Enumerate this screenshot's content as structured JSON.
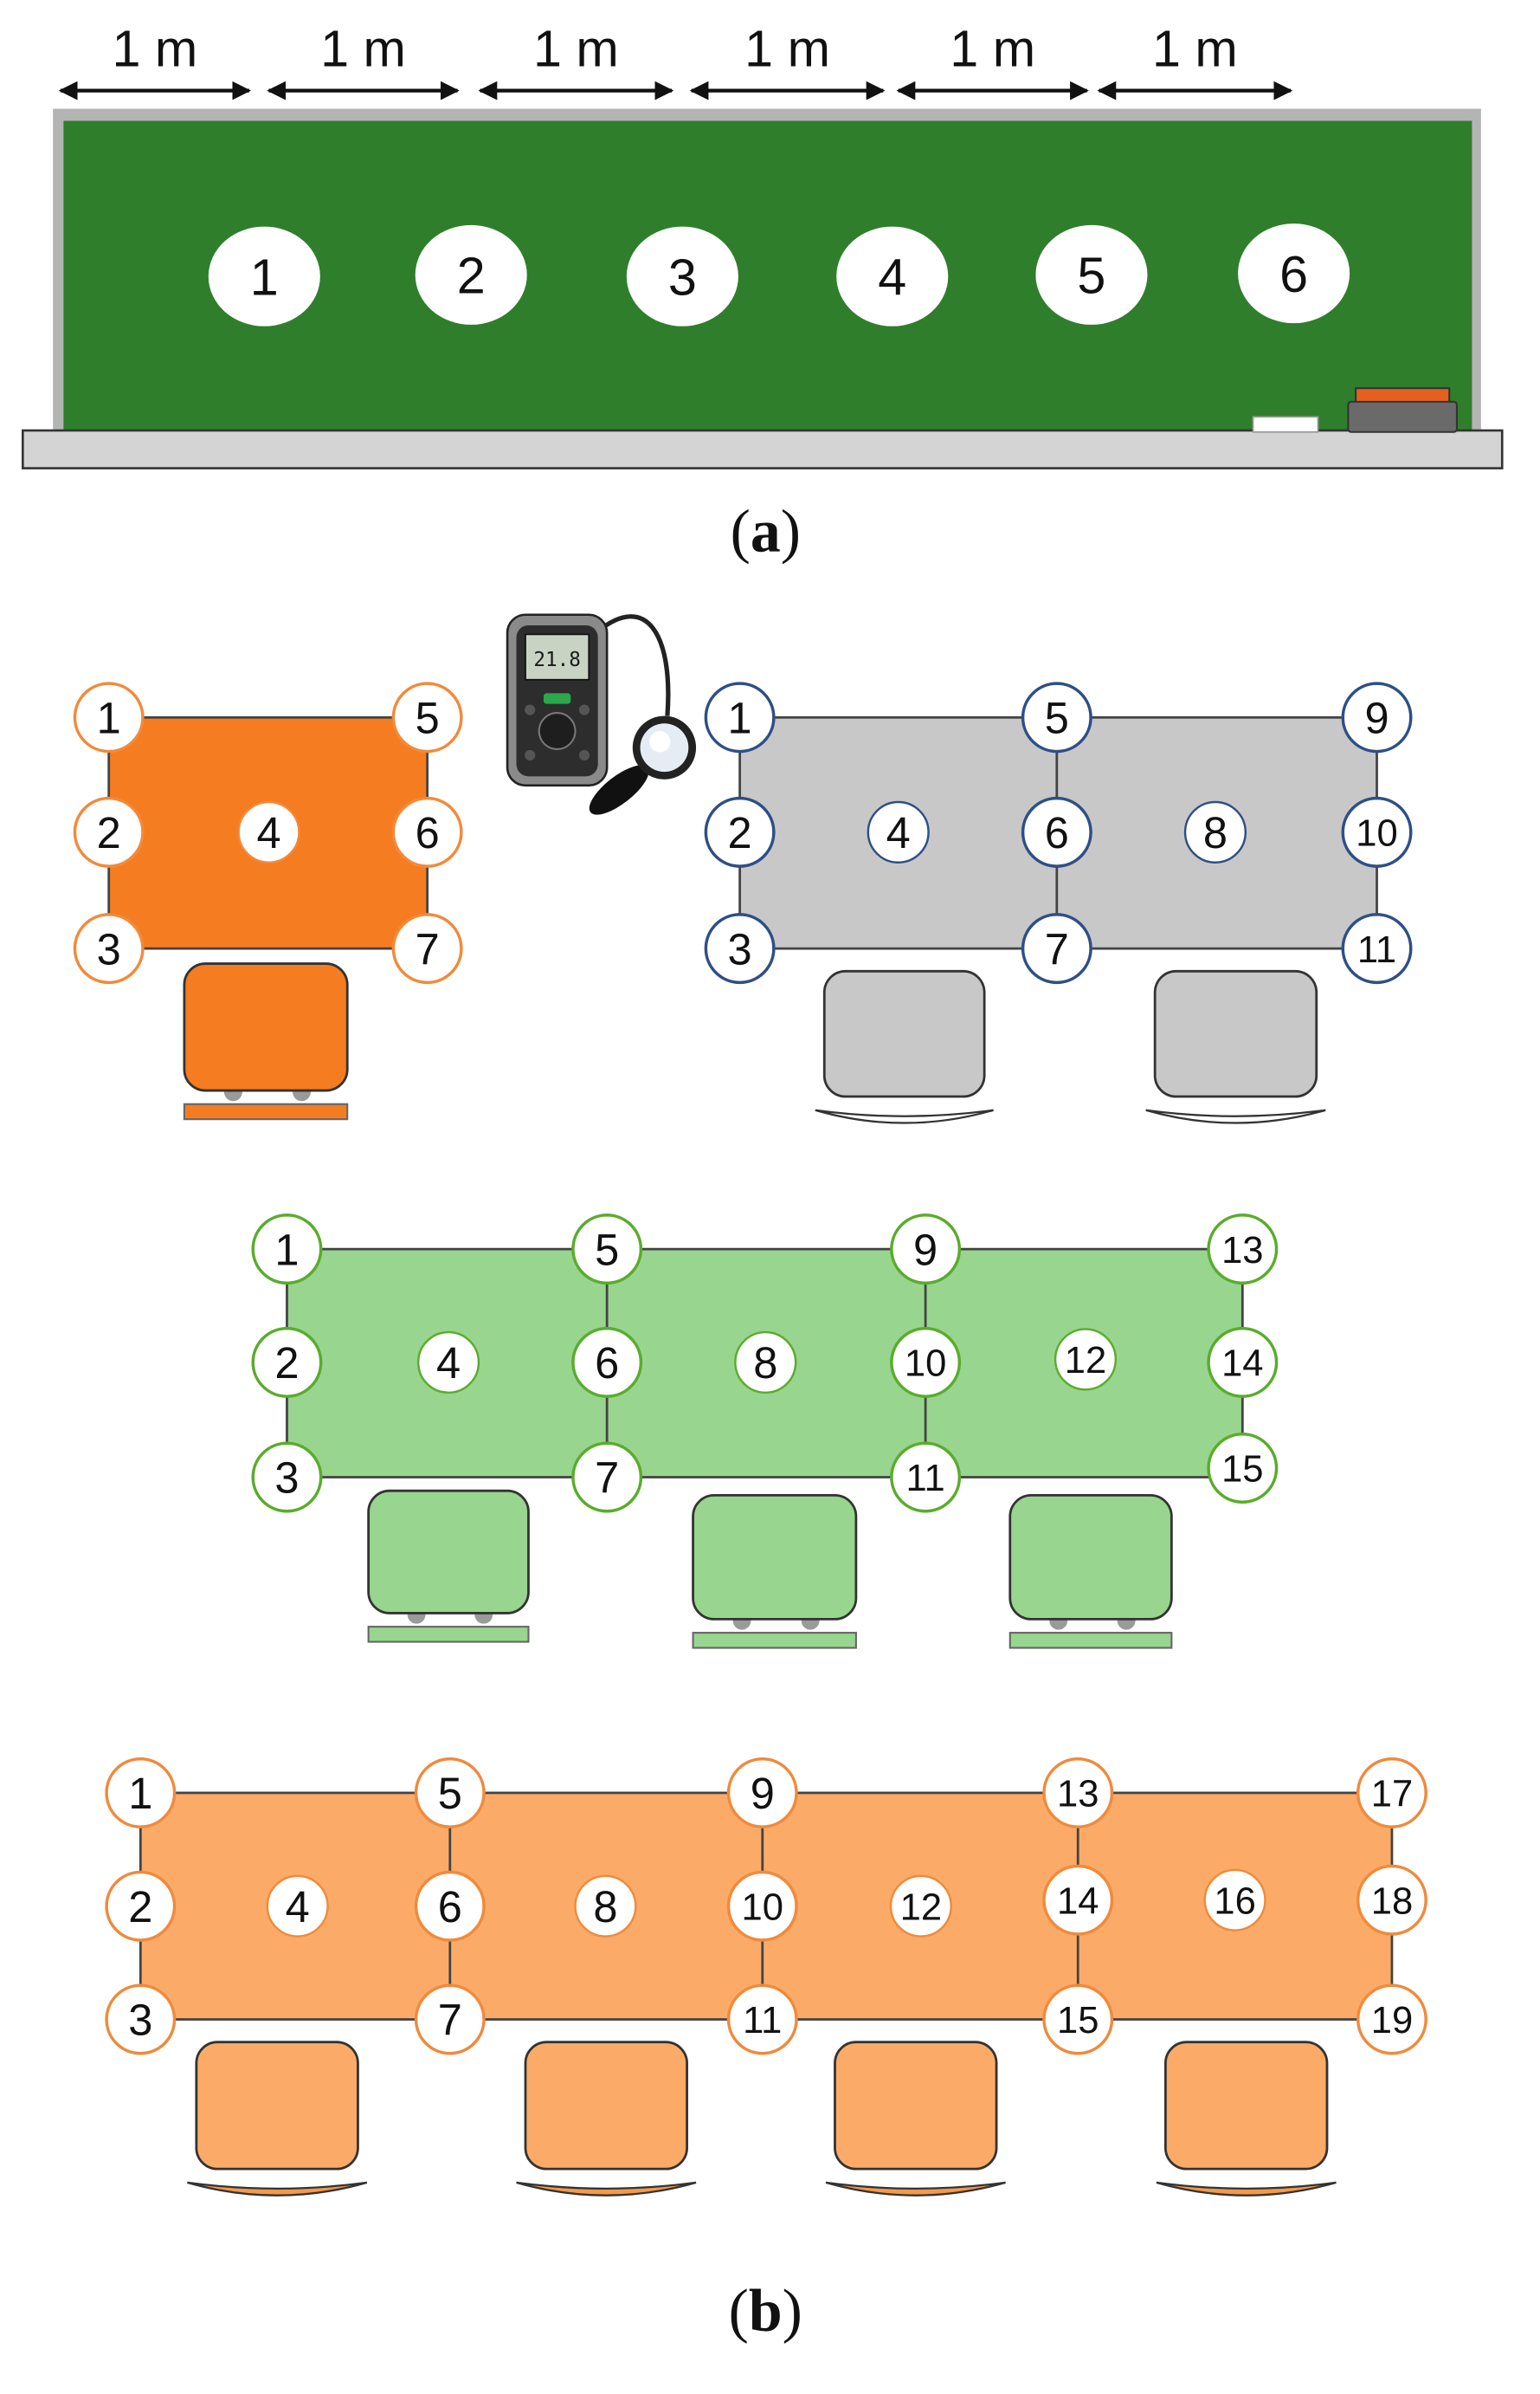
{
  "panel_a": {
    "spacing_labels": [
      "1 m",
      "1 m",
      "1 m",
      "1 m",
      "1 m",
      "1 m"
    ],
    "blackboard_points": [
      "1",
      "2",
      "3",
      "4",
      "5",
      "6"
    ],
    "colors": {
      "board": "#2f7e2c",
      "frame": "#b4b4b4",
      "tray": "#d4d4d4",
      "eraser": "#6a6a6a",
      "eraser_top": "#e5601e"
    },
    "caption": {
      "open": "(",
      "letter": "a",
      "close": ")"
    }
  },
  "panel_b": {
    "meter_reading": "21.8",
    "desks": [
      {
        "fill": "#f57c20",
        "marker_stroke": "#f28a3a",
        "chair_base": "#f57c20",
        "points": [
          "1",
          "2",
          "3",
          "4",
          "5",
          "6",
          "7"
        ]
      },
      {
        "fill": "#c8c8c8",
        "marker_stroke": "#2e4f86",
        "chair_base": "#ffffff",
        "points": [
          "1",
          "2",
          "3",
          "4",
          "5",
          "6",
          "7",
          "8",
          "9",
          "10",
          "11"
        ]
      },
      {
        "fill": "#98d58e",
        "marker_stroke": "#5aac2c",
        "chair_base": "#98d58e",
        "points": [
          "1",
          "2",
          "3",
          "4",
          "5",
          "6",
          "7",
          "8",
          "9",
          "10",
          "11",
          "12",
          "13",
          "14",
          "15"
        ]
      },
      {
        "fill": "#fbab67",
        "marker_stroke": "#f08a3c",
        "chair_base": "#f39a4a",
        "points": [
          "1",
          "2",
          "3",
          "4",
          "5",
          "6",
          "7",
          "8",
          "9",
          "10",
          "11",
          "12",
          "13",
          "14",
          "15",
          "16",
          "17",
          "18",
          "19"
        ]
      }
    ],
    "caption": {
      "open": "(",
      "letter": "b",
      "close": ")"
    }
  }
}
